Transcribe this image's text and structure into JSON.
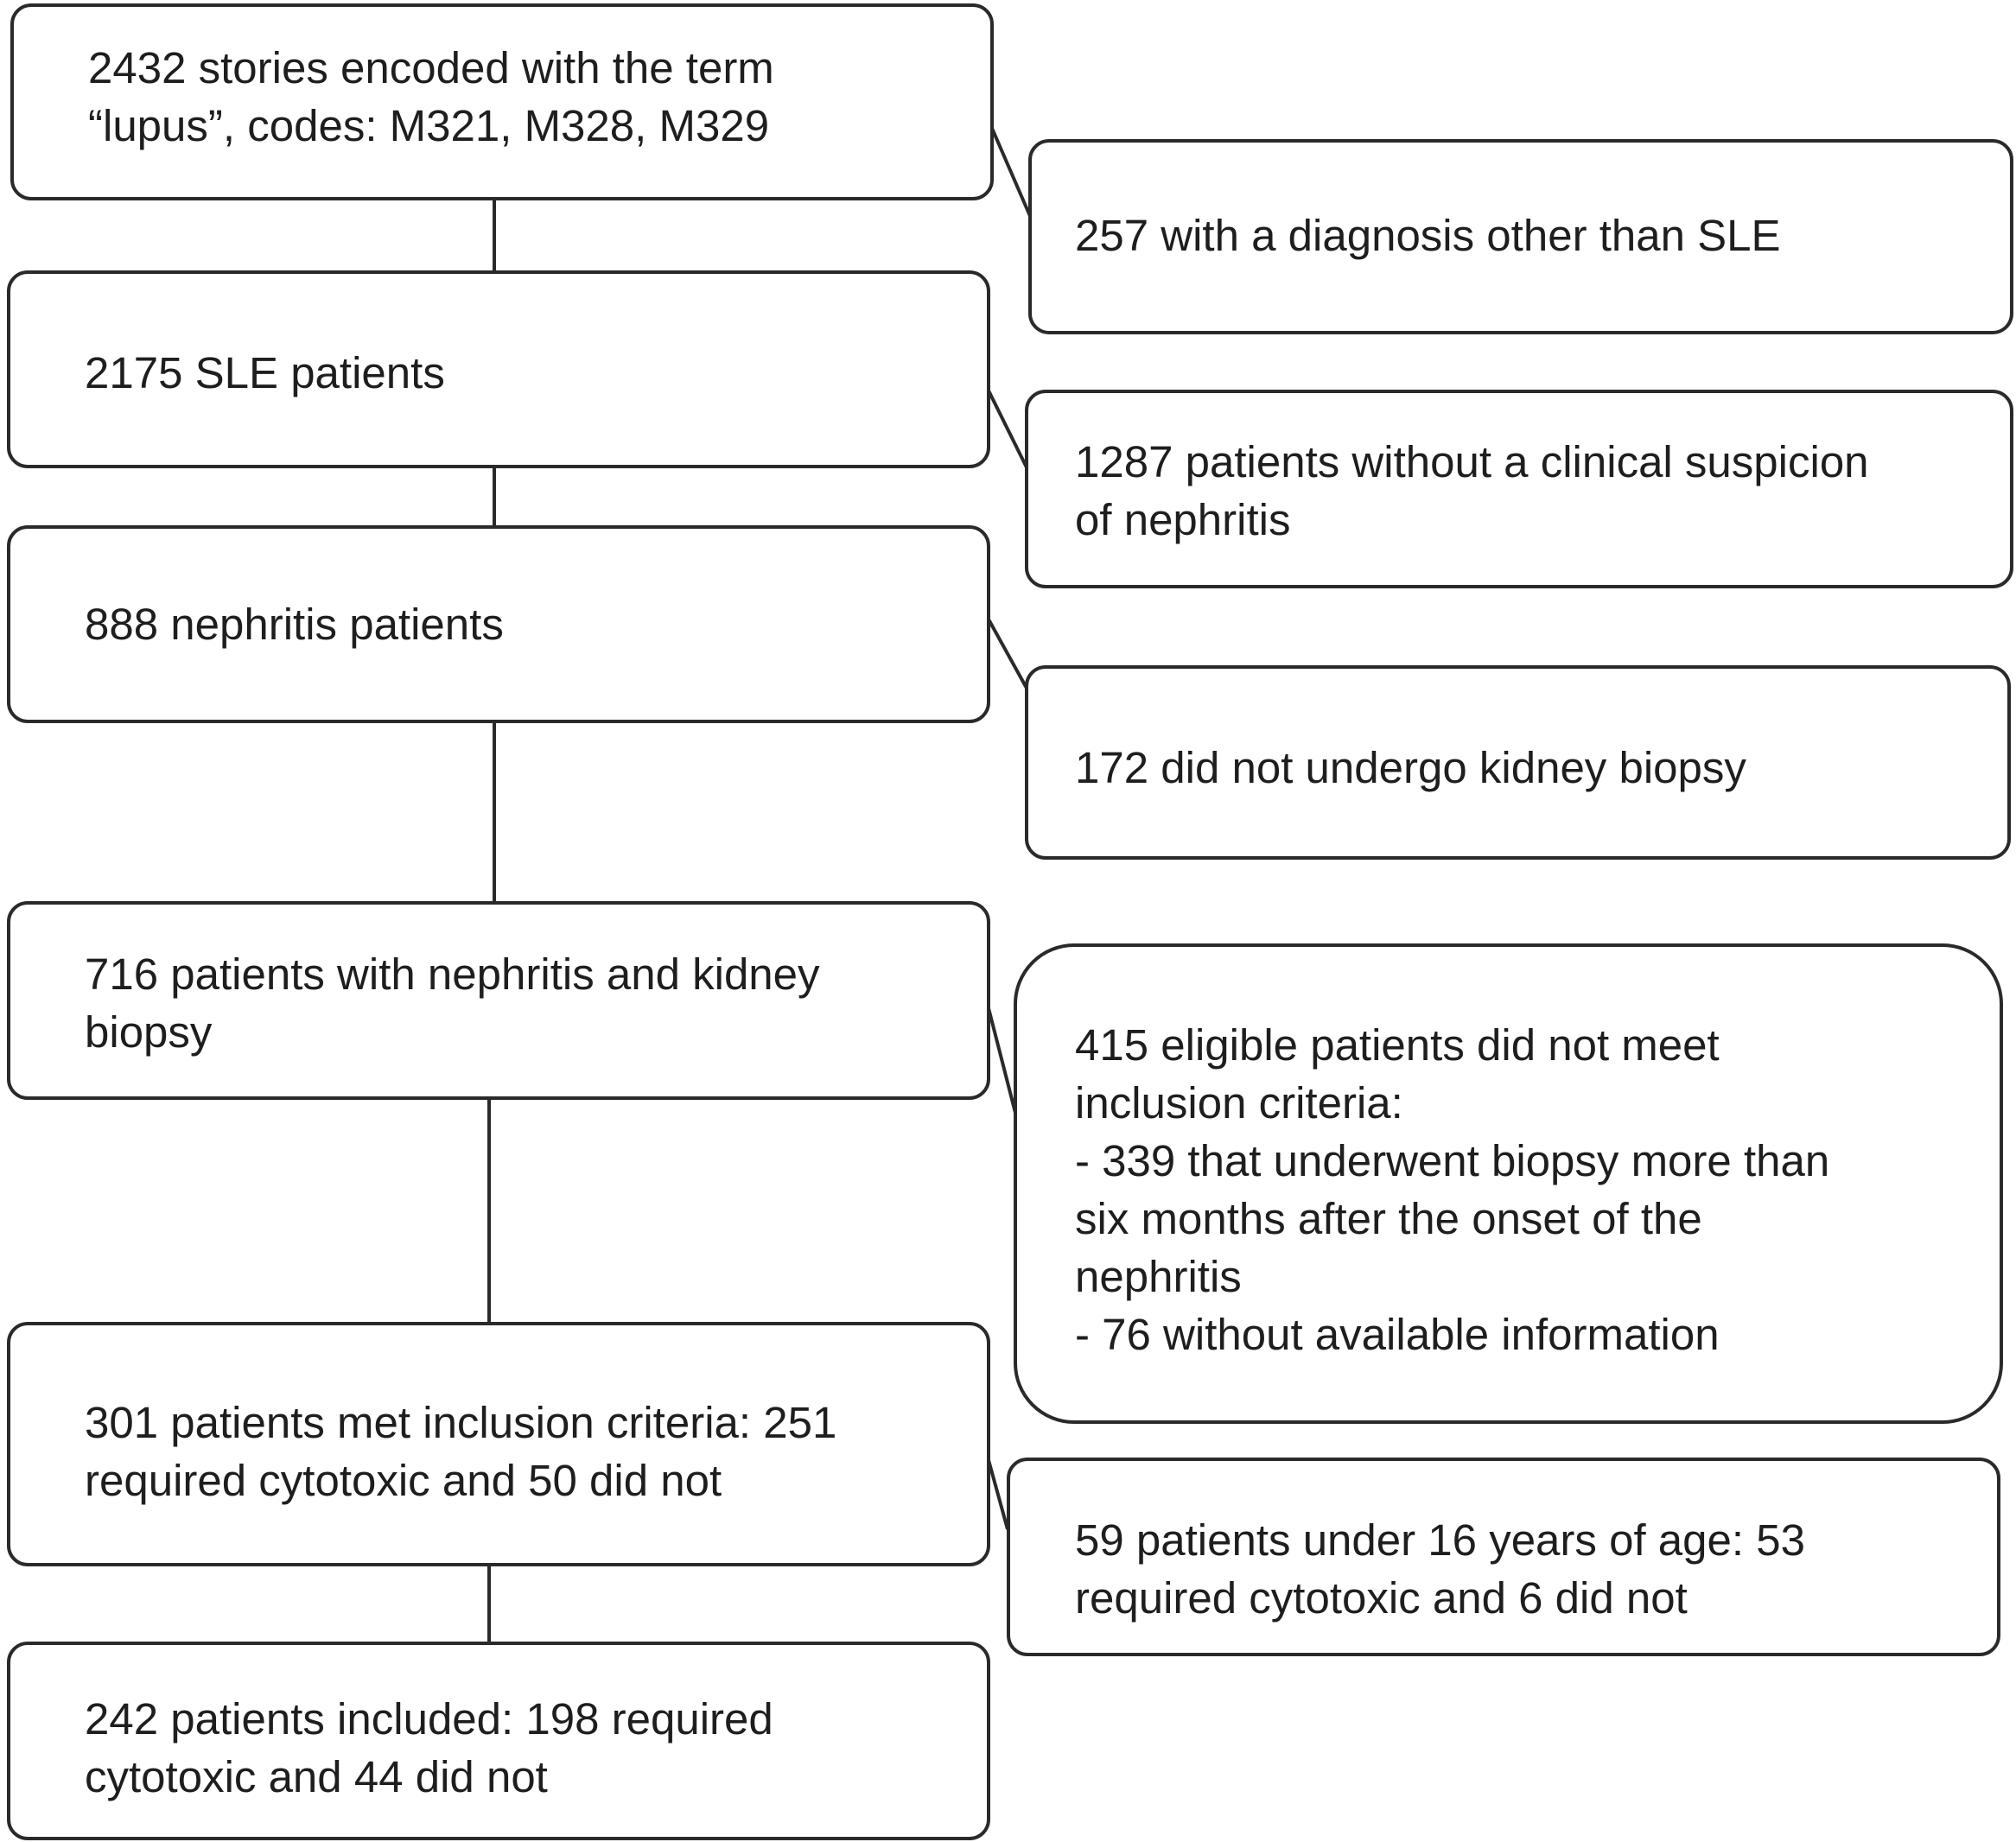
{
  "flowchart": {
    "main_steps": [
      {
        "id": "stories",
        "text": "2432 stories encoded with the term\n“lupus”, codes: M321, M328, M329"
      },
      {
        "id": "sle",
        "text": "2175 SLE patients"
      },
      {
        "id": "nephritis",
        "text": "888 nephritis patients"
      },
      {
        "id": "biopsy",
        "text": "716 patients with nephritis and kidney\nbiopsy"
      },
      {
        "id": "met-criteria",
        "text": "301 patients met inclusion criteria: 251\nrequired cytotoxic and 50 did not"
      },
      {
        "id": "included",
        "text": "242 patients included: 198 required\ncytotoxic and 44 did not"
      }
    ],
    "exclusions": [
      {
        "id": "other-diagnosis",
        "text": "257 with a diagnosis other than SLE"
      },
      {
        "id": "no-suspicion",
        "text": "1287 patients without a clinical suspicion\nof nephritis"
      },
      {
        "id": "no-biopsy",
        "text": "172 did not undergo kidney biopsy"
      },
      {
        "id": "not-eligible",
        "text": "415 eligible patients did not meet\ninclusion criteria:\n- 339 that underwent biopsy more than\nsix months after the onset of the\nnephritis\n- 76 without available information"
      },
      {
        "id": "under-16",
        "text": "59 patients under 16 years of age: 53\nrequired cytotoxic and 6 did not"
      }
    ]
  }
}
